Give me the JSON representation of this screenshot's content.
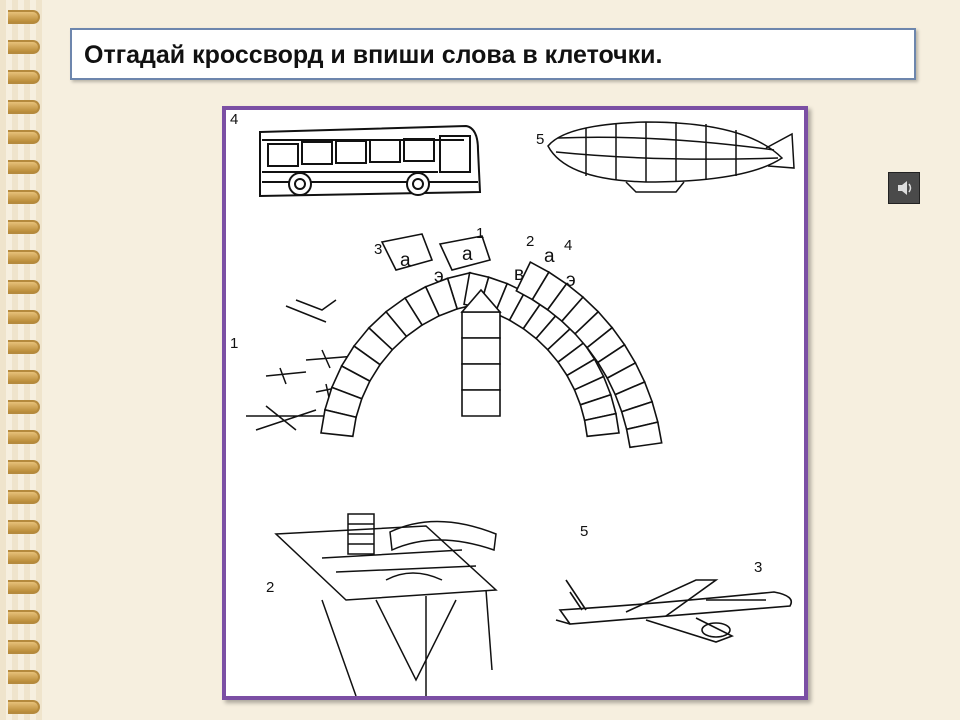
{
  "slide": {
    "title": "Отгадай кроссворд и впиши слова в клеточки."
  },
  "crossword": {
    "clue_numbers": {
      "bus": "4",
      "airship": "5",
      "airport": "1",
      "terminal": "2",
      "plane": "3",
      "word3": "3",
      "word1": "1",
      "word2": "2",
      "word4": "4",
      "word5": "5"
    },
    "letters": {
      "w3_a": "а",
      "w1_a": "а",
      "w3_e": "э",
      "w2_v": "в",
      "w4_a": "а",
      "w4_e": "э"
    }
  },
  "colors": {
    "accent": "#7b4fa4",
    "title_border": "#6d86ad",
    "background": "#f6efdf"
  },
  "icons": {
    "sound": "speaker-icon"
  }
}
